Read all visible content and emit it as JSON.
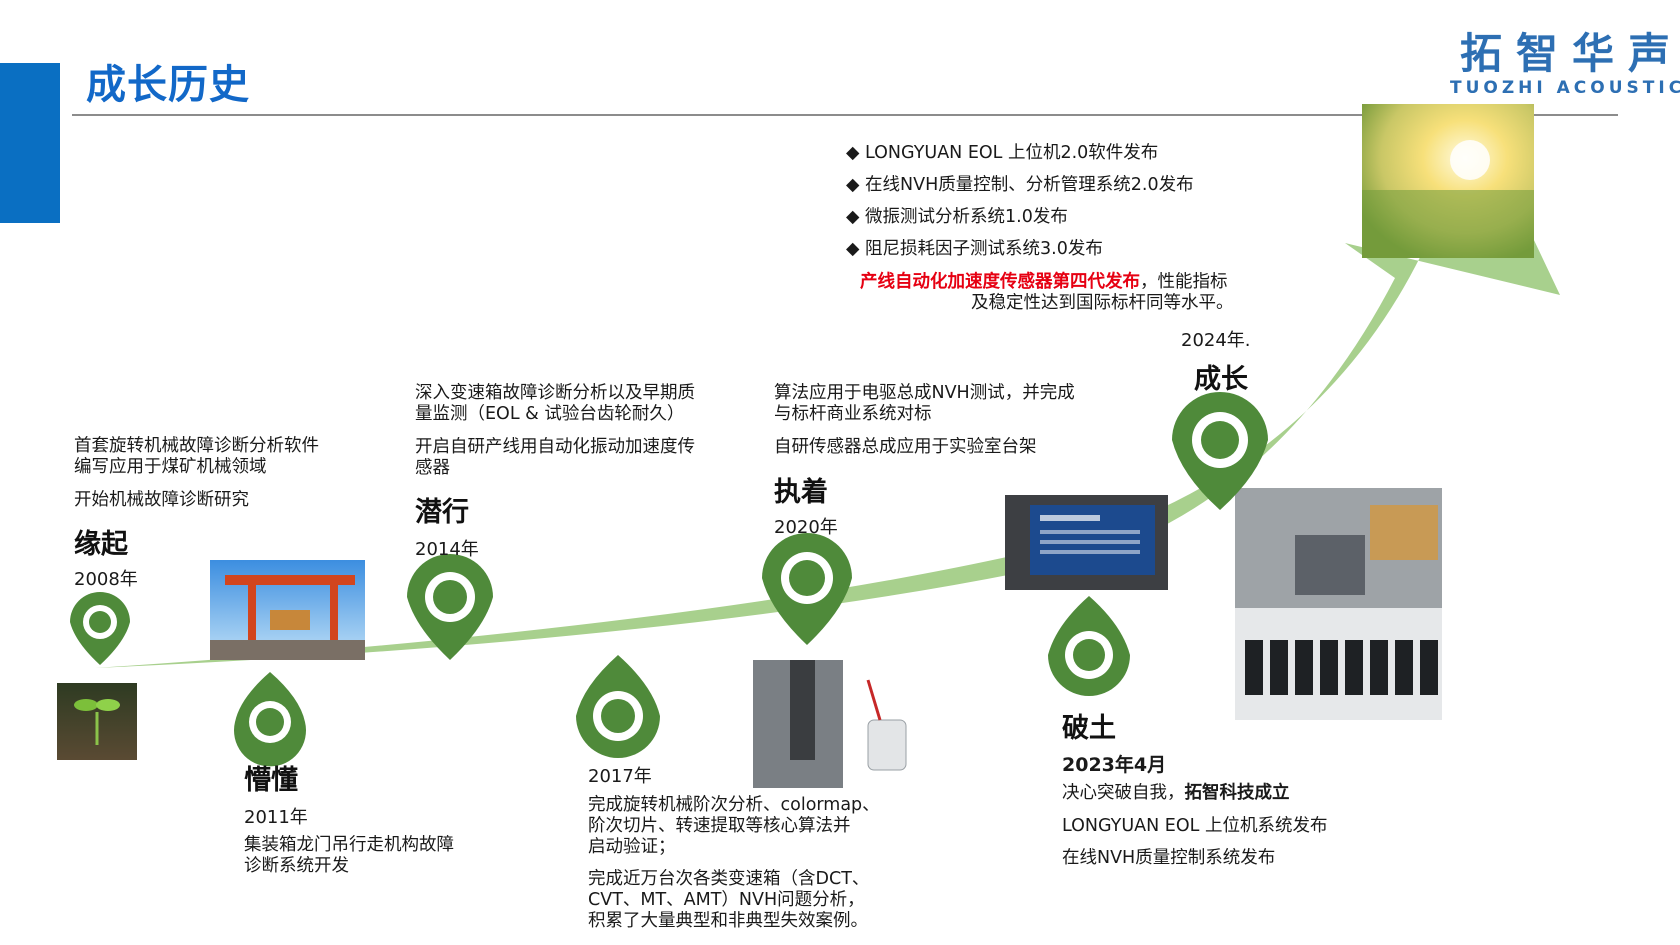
{
  "page": {
    "title": "成长历史"
  },
  "logo": {
    "cn": "拓智华声",
    "en": "TUOZHI ACOUSTIC"
  },
  "colors": {
    "accent": "#0a6fc2",
    "title": "#1268c8",
    "pin": "#4f8a3a",
    "arrow": "#a8d08d",
    "highlight": "#e60012"
  },
  "stages": {
    "s2008": {
      "heading": "缘起",
      "year": "2008年",
      "lines": [
        "首套旋转机械故障诊断分析软件",
        "编写应用于煤矿机械领域",
        "开始机械故障诊断研究"
      ]
    },
    "s2011": {
      "heading": "懵懂",
      "year": "2011年",
      "lines": [
        "集装箱龙门吊行走机构故障",
        "诊断系统开发"
      ]
    },
    "s2014": {
      "heading": "潜行",
      "year": "2014年",
      "lines": [
        "深入变速箱故障诊断分析以及早期质",
        "量监测（EOL & 试验台齿轮耐久）",
        "开启自研产线用自动化振动加速度传",
        "感器"
      ]
    },
    "s2017": {
      "year": "2017年",
      "lines": [
        "完成旋转机械阶次分析、colormap、",
        "阶次切片、转速提取等核心算法并",
        "启动验证；",
        "完成近万台次各类变速箱（含DCT、",
        "CVT、MT、AMT）NVH问题分析，",
        "积累了大量典型和非典型失效案例。"
      ]
    },
    "s2020": {
      "heading": "执着",
      "year": "2020年",
      "lines": [
        "算法应用于电驱总成NVH测试，并完成",
        "与标杆商业系统对标",
        "自研传感器总成应用于实验室台架"
      ]
    },
    "s2023": {
      "heading": "破土",
      "year": "2023年4月",
      "line1_prefix": "决心突破自我，",
      "line1_bold": "拓智科技成立",
      "lines": [
        "LONGYUAN EOL 上位机系统发布",
        "在线NVH质量控制系统发布"
      ]
    },
    "s2024": {
      "heading": "成长",
      "year": "2024年.",
      "bullets": [
        "◆ LONGYUAN EOL 上位机2.0软件发布",
        "◆ 在线NVH质量控制、分析管理系统2.0发布",
        "◆ 微振测试分析系统1.0发布",
        "◆ 阻尼损耗因子测试系统3.0发布"
      ],
      "red_text": "产线自动化加速度传感器第四代发布",
      "tail1": "，性能指标",
      "tail2": "及稳定性达到国际标杆同等水平。"
    }
  },
  "icons": {
    "pin": "location-pin-icon",
    "sprout": "sprout-image",
    "crane": "crane-image"
  }
}
